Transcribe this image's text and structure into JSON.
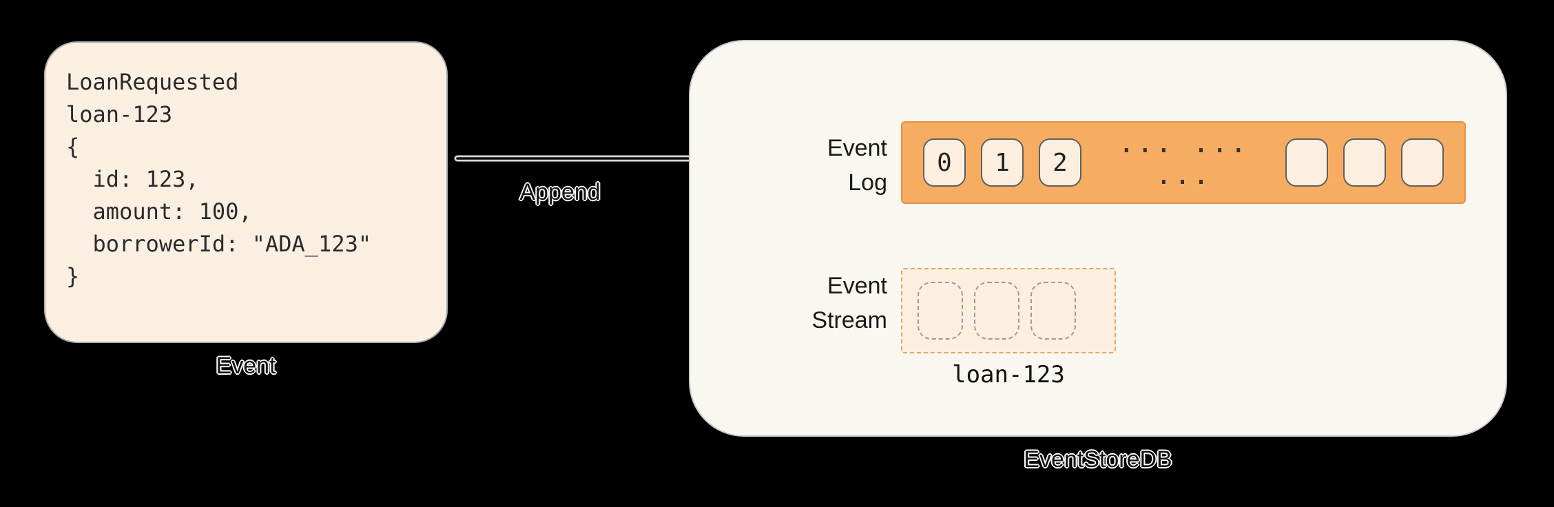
{
  "diagram": {
    "event_card": {
      "code": "LoanRequested\nloan-123\n{\n  id: 123,\n  amount: 100,\n  borrowerId: \"ADA_123\"\n}",
      "caption": "Event"
    },
    "arrow": {
      "label": "Append"
    },
    "eventstore": {
      "caption": "EventStoreDB",
      "event_log": {
        "label_line1": "Event",
        "label_line2": "Log",
        "cells": [
          "0",
          "1",
          "2"
        ],
        "dots": "... ... ...",
        "empty_cell_count": 3
      },
      "event_stream": {
        "label_line1": "Event",
        "label_line2": "Stream",
        "empty_cell_count": 3,
        "stream_name": "loan-123"
      }
    }
  },
  "colors": {
    "background": "#000000",
    "card_fill": "#FBEFE2",
    "card_border": "#ABABAB",
    "container_fill": "#FAF7F1",
    "container_border": "#C9C9C9",
    "log_bar_fill": "#F6AD62",
    "log_bar_border": "#DF9445",
    "cell_fill": "#FCEFDF",
    "stream_box_fill": "#FCEFDF",
    "stream_box_border": "#DCA76A",
    "arrow": "#0d0d0d"
  }
}
